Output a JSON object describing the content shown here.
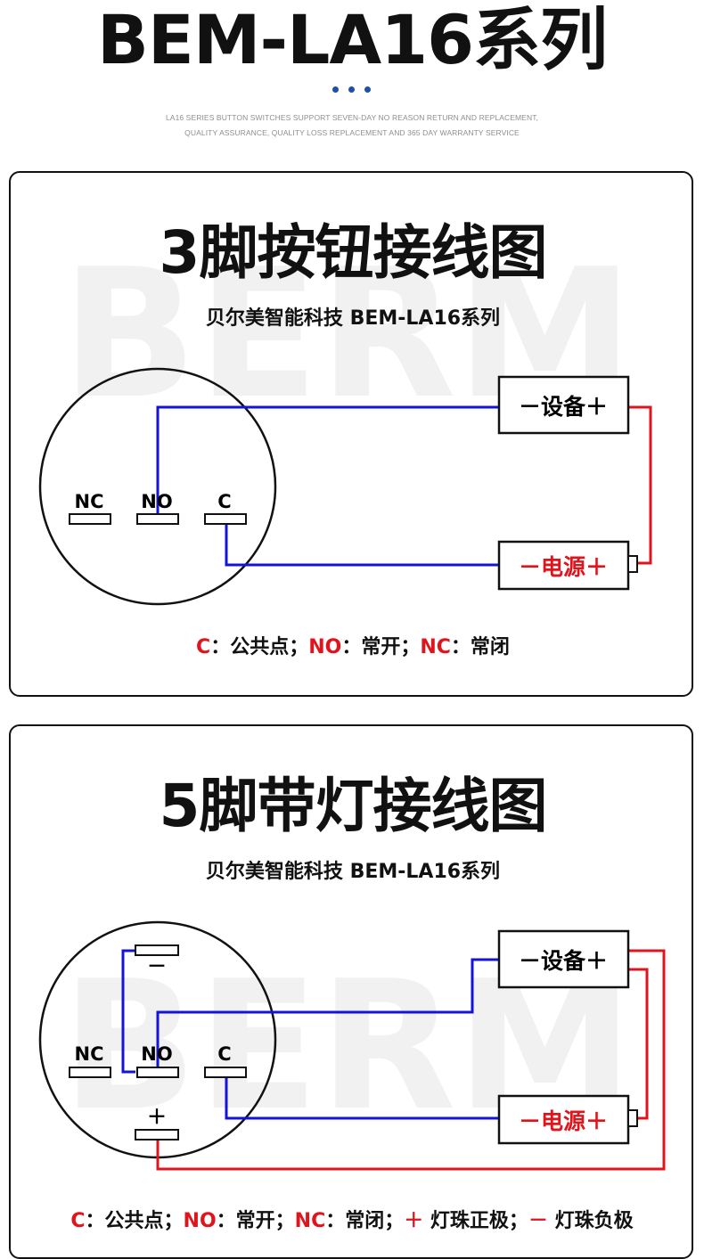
{
  "header": {
    "title": "BEM-LA16系列",
    "tagline_line1": "LA16 SERIES BUTTON SWITCHES SUPPORT SEVEN-DAY NO REASON RETURN AND REPLACEMENT,",
    "tagline_line2": "QUALITY ASSURANCE, QUALITY LOSS REPLACEMENT AND 365 DAY WARRANTY SERVICE"
  },
  "watermark": "BERM",
  "panel1": {
    "title": "3脚按钮接线图",
    "subtitle": "贝尔美智能科技  BEM-LA16系列",
    "terminals": {
      "nc": "NC",
      "no": "NO",
      "c": "C"
    },
    "device_box": {
      "minus": "－",
      "label": "设备",
      "plus": "＋"
    },
    "power_box": {
      "minus": "－",
      "label": "电源",
      "plus": "＋"
    },
    "legend": {
      "c_key": "C",
      "c_desc": "：公共点；",
      "no_key": "NO",
      "no_desc": "：常开；",
      "nc_key": "NC",
      "nc_desc": "：常闭"
    }
  },
  "panel2": {
    "title": "5脚带灯接线图",
    "subtitle": "贝尔美智能科技  BEM-LA16系列",
    "terminals": {
      "nc": "NC",
      "no": "NO",
      "c": "C",
      "minus": "－",
      "plus": "＋"
    },
    "device_box": {
      "minus": "－",
      "label": "设备",
      "plus": "＋"
    },
    "power_box": {
      "minus": "－",
      "label": "电源",
      "plus": "＋"
    },
    "legend": {
      "c_key": "C",
      "c_desc": "：公共点；",
      "no_key": "NO",
      "no_desc": "：常开；",
      "nc_key": "NC",
      "nc_desc": "：常闭；",
      "plus_key": "＋",
      "plus_desc": " 灯珠正极；",
      "minus_key": "－",
      "minus_desc": " 灯珠负极"
    }
  },
  "colors": {
    "wire_blue": "#1414d8",
    "wire_red": "#e0141c",
    "accent_red": "#e0141c",
    "dot_blue": "#1f4fa6"
  }
}
